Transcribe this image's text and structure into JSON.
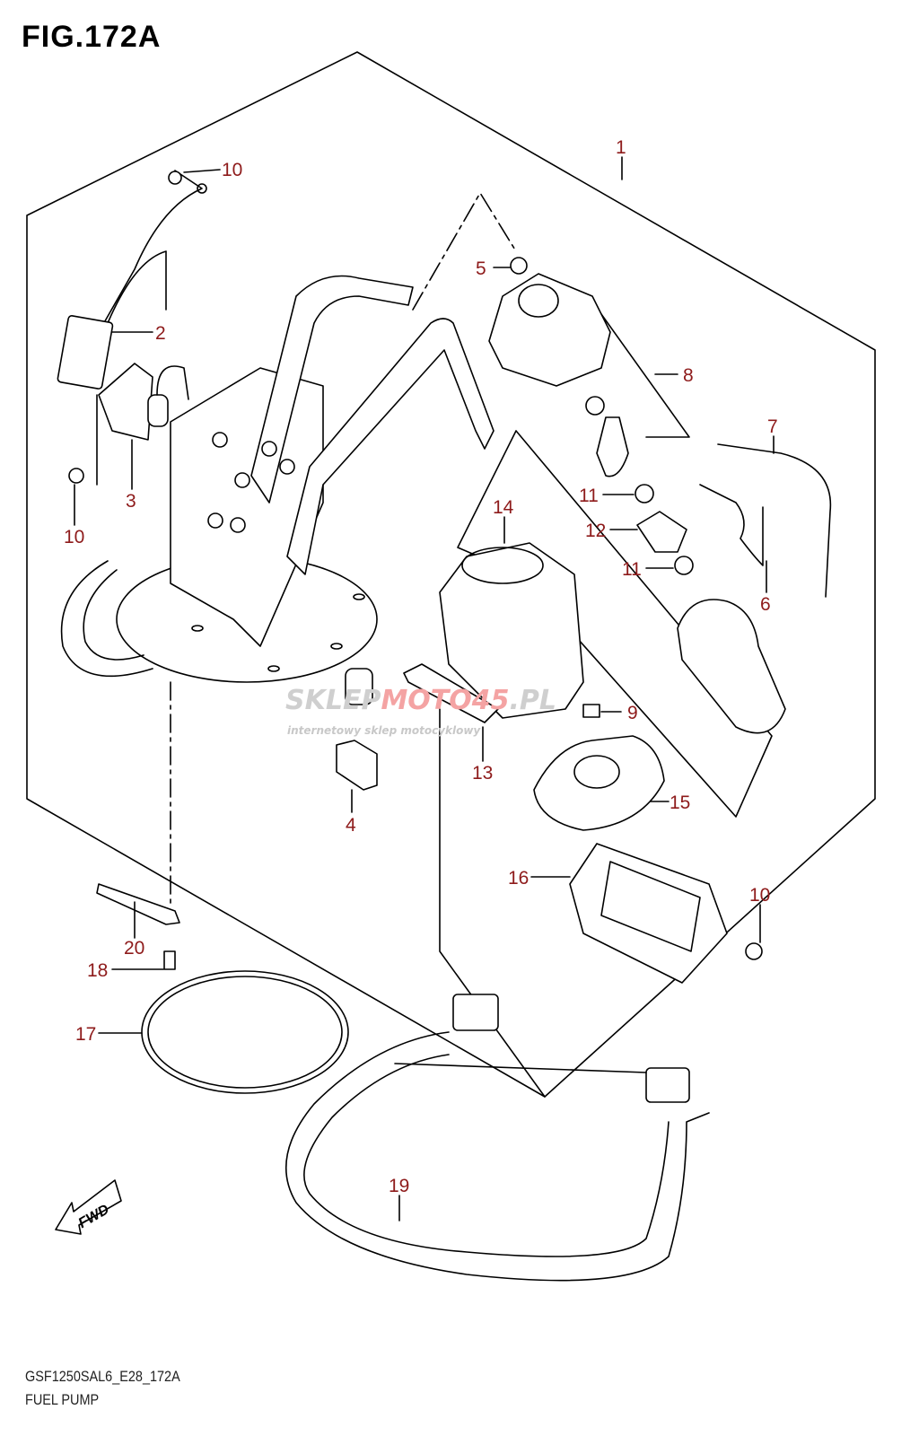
{
  "figure": {
    "title": "FIG.172A"
  },
  "footer": {
    "code": "GSF1250SAL6_E28_172A",
    "name": "FUEL PUMP"
  },
  "watermark": {
    "brand_left": "SKLEP",
    "brand_right": "MOTO45",
    "tld": ".PL",
    "tagline": "internetowy sklep motocyklowy"
  },
  "fwd_label": "FWD",
  "colors": {
    "callout": "#8e1b1b",
    "line": "#000000",
    "watermark_gray": "#cfcfcf",
    "watermark_red": "#f4a3a3"
  },
  "callouts": [
    {
      "num": "1"
    },
    {
      "num": "10"
    },
    {
      "num": "5"
    },
    {
      "num": "2"
    },
    {
      "num": "8"
    },
    {
      "num": "7"
    },
    {
      "num": "3"
    },
    {
      "num": "14"
    },
    {
      "num": "11"
    },
    {
      "num": "12"
    },
    {
      "num": "11"
    },
    {
      "num": "10"
    },
    {
      "num": "6"
    },
    {
      "num": "9"
    },
    {
      "num": "13"
    },
    {
      "num": "15"
    },
    {
      "num": "4"
    },
    {
      "num": "16"
    },
    {
      "num": "10"
    },
    {
      "num": "20"
    },
    {
      "num": "18"
    },
    {
      "num": "17"
    },
    {
      "num": "19"
    }
  ]
}
